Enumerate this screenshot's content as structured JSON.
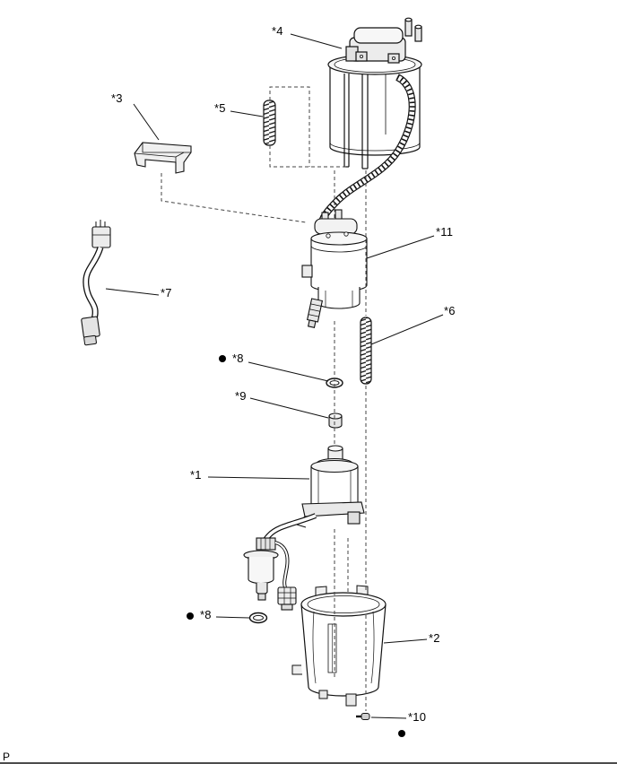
{
  "page": {
    "background_color": "#ffffff",
    "line_color": "#111111",
    "footer_marker": "P"
  },
  "callouts": [
    {
      "id": "part-4",
      "text": "*4",
      "bullet": false
    },
    {
      "id": "part-3",
      "text": "*3",
      "bullet": false
    },
    {
      "id": "part-5",
      "text": "*5",
      "bullet": false
    },
    {
      "id": "part-11",
      "text": "*11",
      "bullet": false
    },
    {
      "id": "part-7",
      "text": "*7",
      "bullet": false
    },
    {
      "id": "part-6",
      "text": "*6",
      "bullet": false
    },
    {
      "id": "part-8-upper",
      "text": "*8",
      "bullet": true
    },
    {
      "id": "part-9",
      "text": "*9",
      "bullet": false
    },
    {
      "id": "part-1",
      "text": "*1",
      "bullet": false
    },
    {
      "id": "part-8-lower",
      "text": "*8",
      "bullet": true
    },
    {
      "id": "part-2",
      "text": "*2",
      "bullet": false
    },
    {
      "id": "part-10",
      "text": "*10",
      "bullet": true
    }
  ]
}
